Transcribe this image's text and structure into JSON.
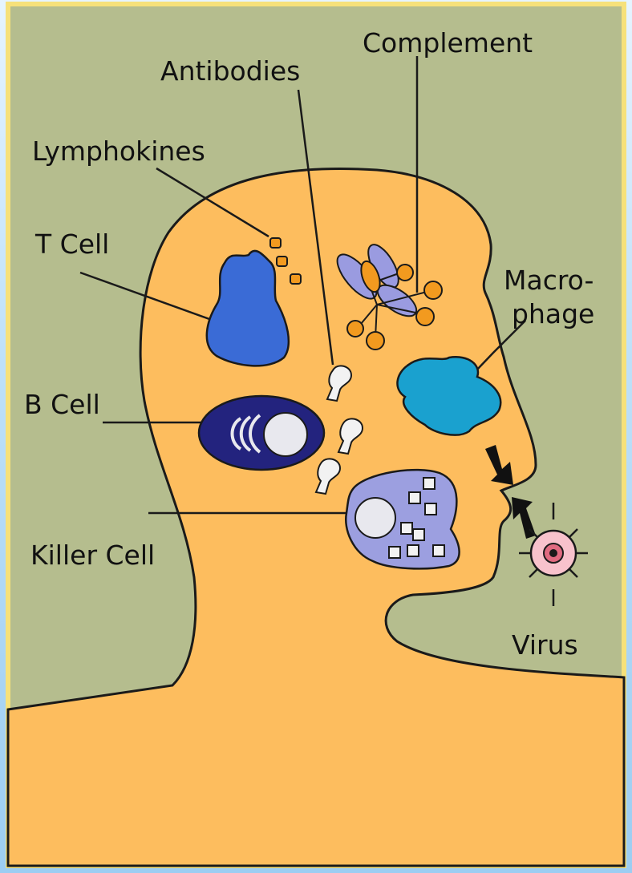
{
  "colors": {
    "panel_bg": "#b5bd8e",
    "skin": "#fdbd5e",
    "outline": "#1a1a1a",
    "t_cell": "#3a6bd6",
    "b_cell_outer": "#23237e",
    "complement_purple": "#9a9be0",
    "complement_orange": "#f29a1f",
    "macrophage": "#1aa1cf",
    "killer_cell": "#9c9fe0",
    "virus_body": "#f8c2cc",
    "nucleus": "#e8e8ee"
  },
  "labels": {
    "complement": "Complement",
    "antibodies": "Antibodies",
    "lymphokines": "Lymphokines",
    "t_cell": "T Cell",
    "macrophage_line1": "Macro-",
    "macrophage_line2": "phage",
    "b_cell": "B Cell",
    "killer_cell": "Killer Cell",
    "virus": "Virus"
  }
}
